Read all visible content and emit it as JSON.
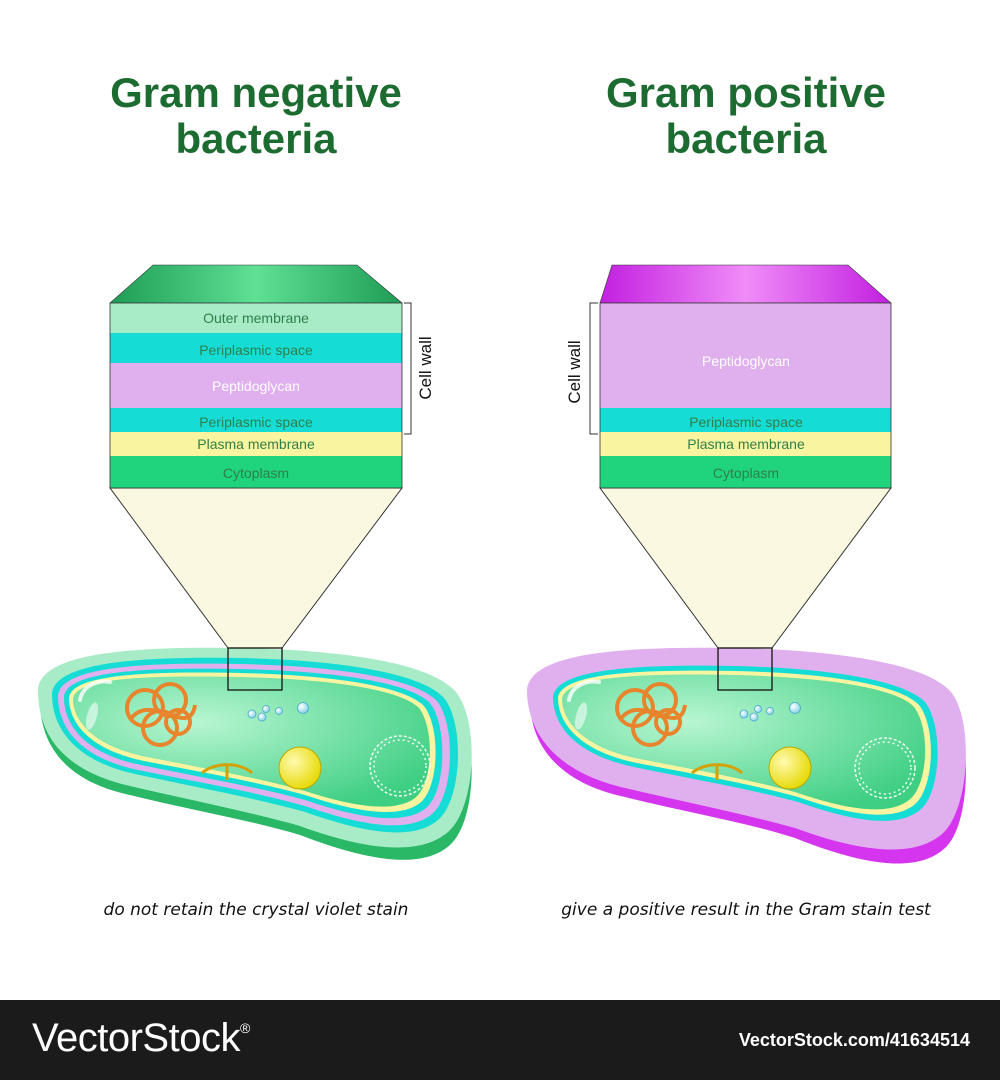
{
  "left": {
    "title_line1": "Gram negative",
    "title_line2": "bacteria",
    "caption": "do not retain the crystal violet stain",
    "layers": {
      "outer_membrane": "Outer membrane",
      "periplasmic_top": "Periplasmic space",
      "peptidoglycan": "Peptidoglycan",
      "periplasmic_bottom": "Periplasmic space",
      "plasma_membrane": "Plasma membrane",
      "cytoplasm": "Cytoplasm"
    },
    "cell_wall_label": "Cell wall"
  },
  "right": {
    "title_line1": "Gram positive",
    "title_line2": "bacteria",
    "caption": "give a positive result in the Gram stain test",
    "layers": {
      "peptidoglycan": "Peptidoglycan",
      "periplasmic": "Periplasmic space",
      "plasma_membrane": "Plasma membrane",
      "cytoplasm": "Cytoplasm"
    },
    "cell_wall_label": "Cell wall"
  },
  "footer": {
    "brand": "VectorStock",
    "brand_mark": "®",
    "url": "VectorStock.com/41634514"
  },
  "colors": {
    "title_green": "#1c6b30",
    "outer_membrane": "#a8ecc7",
    "periplasmic_space": "#16dcd6",
    "peptidoglycan": "#e0b0ee",
    "plasma_membrane": "#f8f4a0",
    "cytoplasm": "#1fd47c",
    "zoom_cone": "#fbf8e2",
    "gram_negative_cap": "#2bb866",
    "gram_positive_cap": "#d535ee",
    "footer_bg": "#1b1b1b"
  }
}
